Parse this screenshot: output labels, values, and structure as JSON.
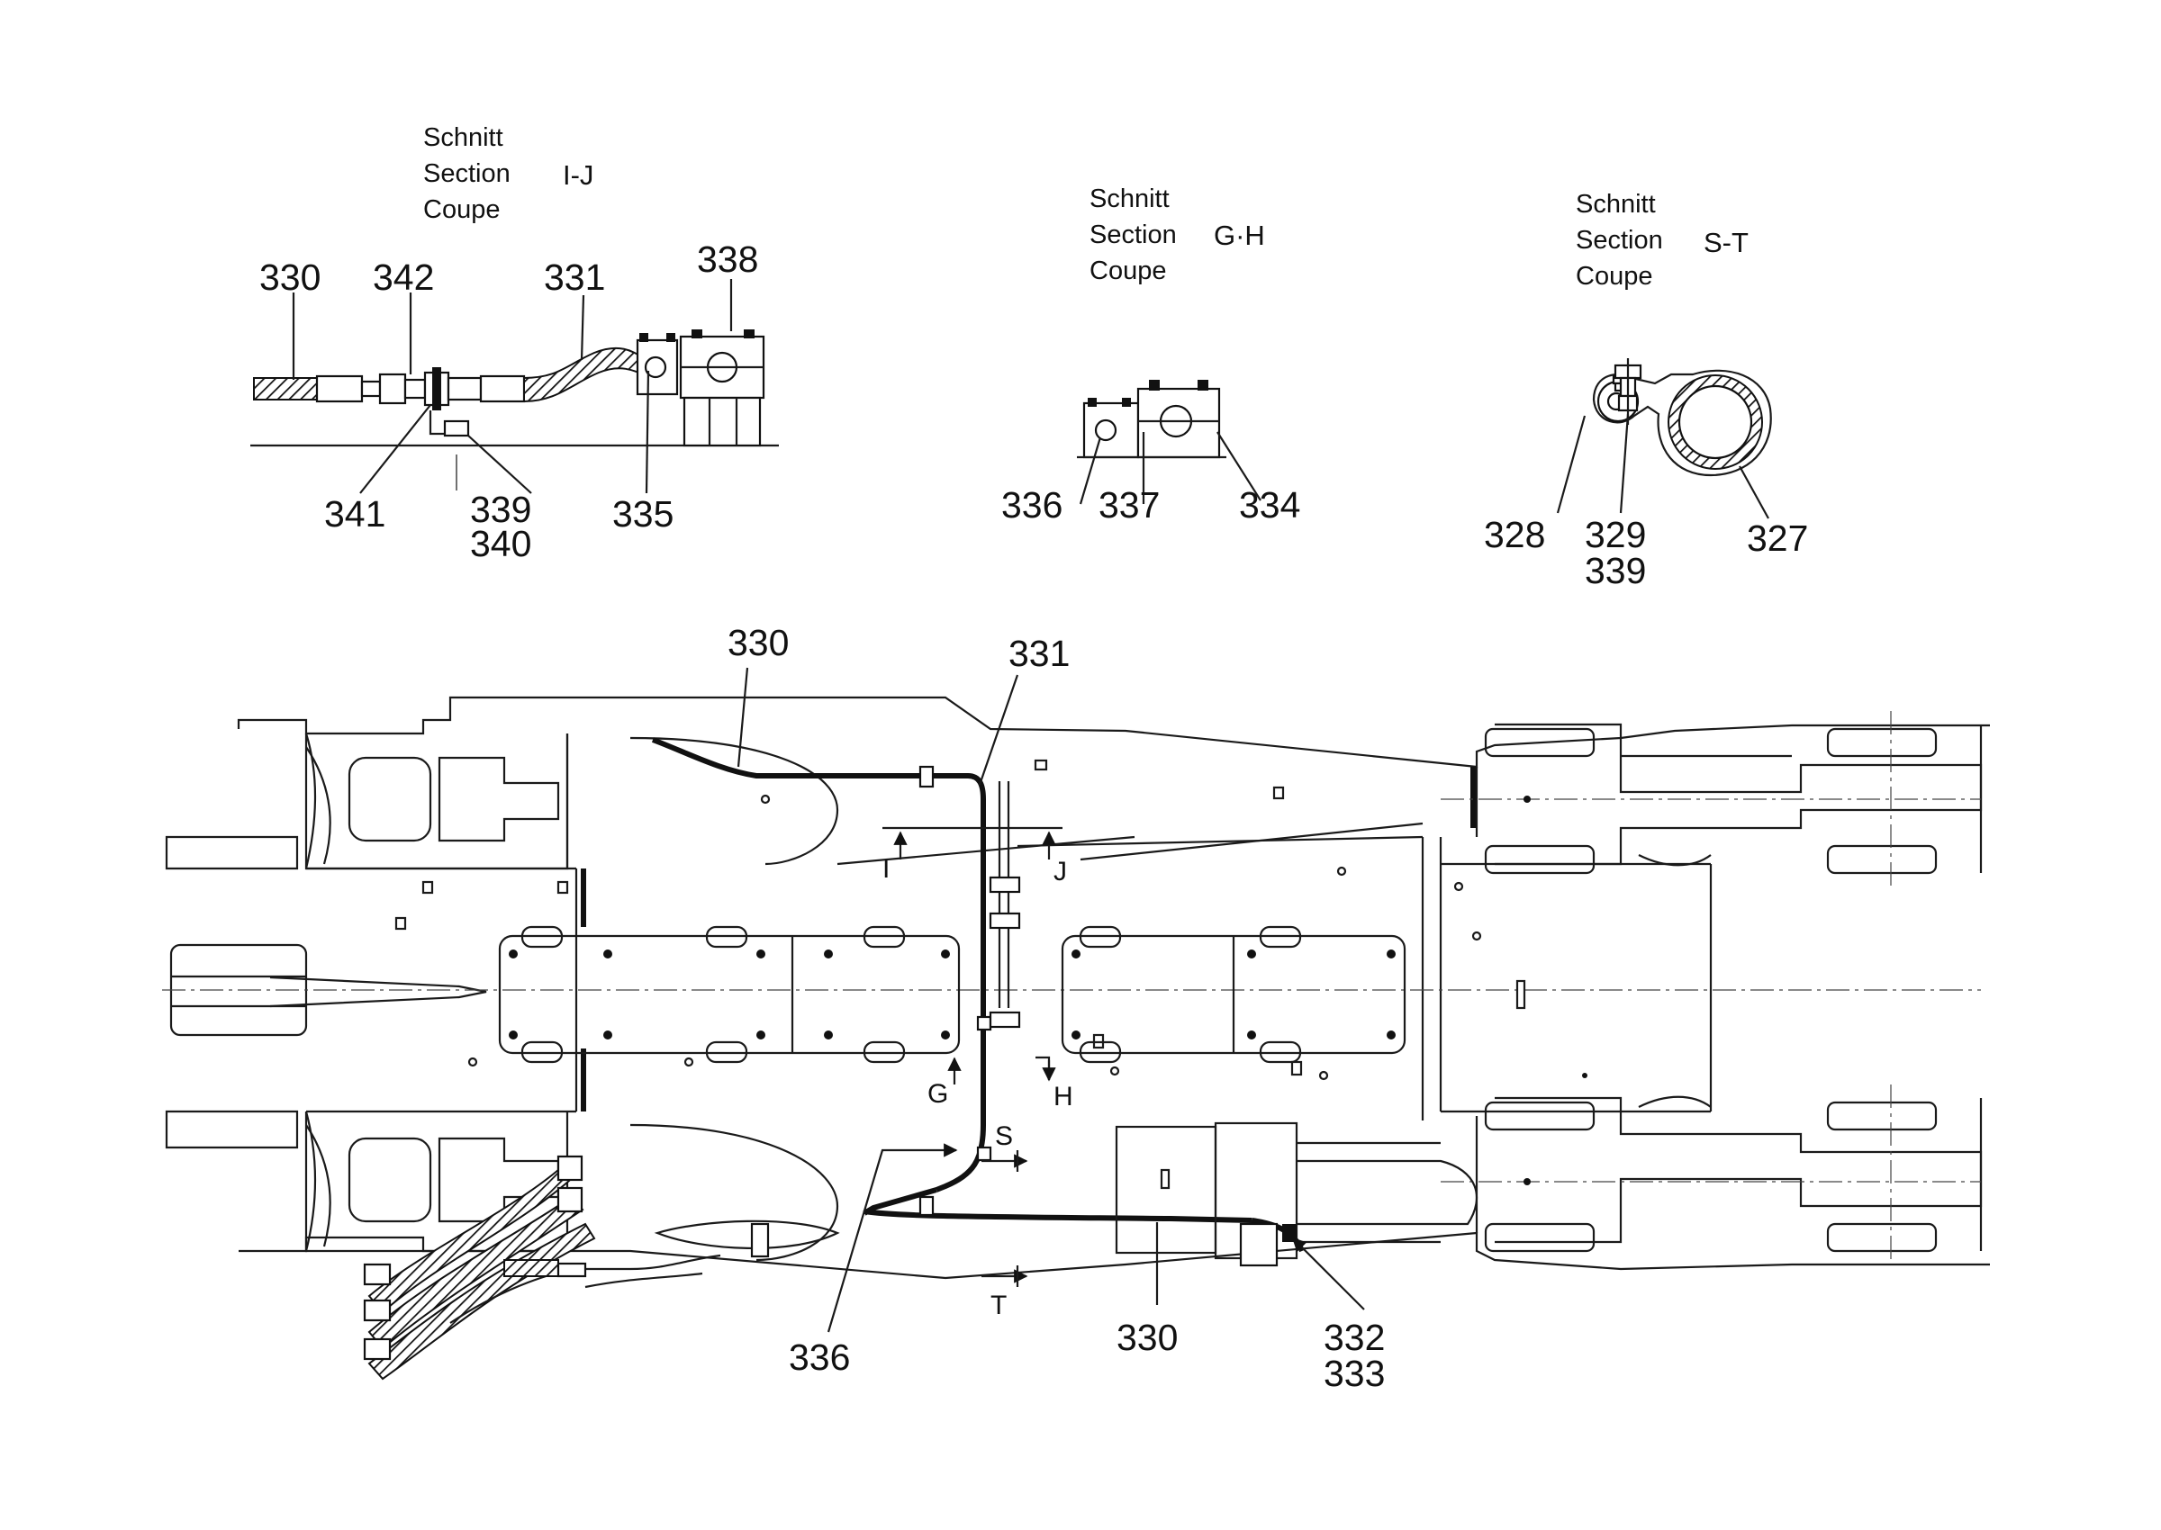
{
  "sections": [
    {
      "id": "ij",
      "lines": [
        "Schnitt",
        "Section",
        "Coupe"
      ],
      "cut": "I-J"
    },
    {
      "id": "gh",
      "lines": [
        "Schnitt",
        "Section",
        "Coupe"
      ],
      "cut": "G·H"
    },
    {
      "id": "st",
      "lines": [
        "Schnitt",
        "Section",
        "Coupe"
      ],
      "cut": "S-T"
    }
  ],
  "callouts": {
    "ij_330": "330",
    "ij_342": "342",
    "ij_331": "331",
    "ij_338": "338",
    "ij_341": "341",
    "ij_339": "339",
    "ij_340": "340",
    "ij_335": "335",
    "gh_336": "336",
    "gh_337": "337",
    "gh_334": "334",
    "st_328": "328",
    "st_329": "329",
    "st_339": "339",
    "st_327": "327",
    "main_330_top": "330",
    "main_331": "331",
    "main_336": "336",
    "main_330_bottom": "330",
    "main_332": "332",
    "main_333": "333"
  },
  "cut_markers": {
    "i": "I",
    "j": "J",
    "g": "G",
    "h": "H",
    "s": "S",
    "t": "T"
  }
}
